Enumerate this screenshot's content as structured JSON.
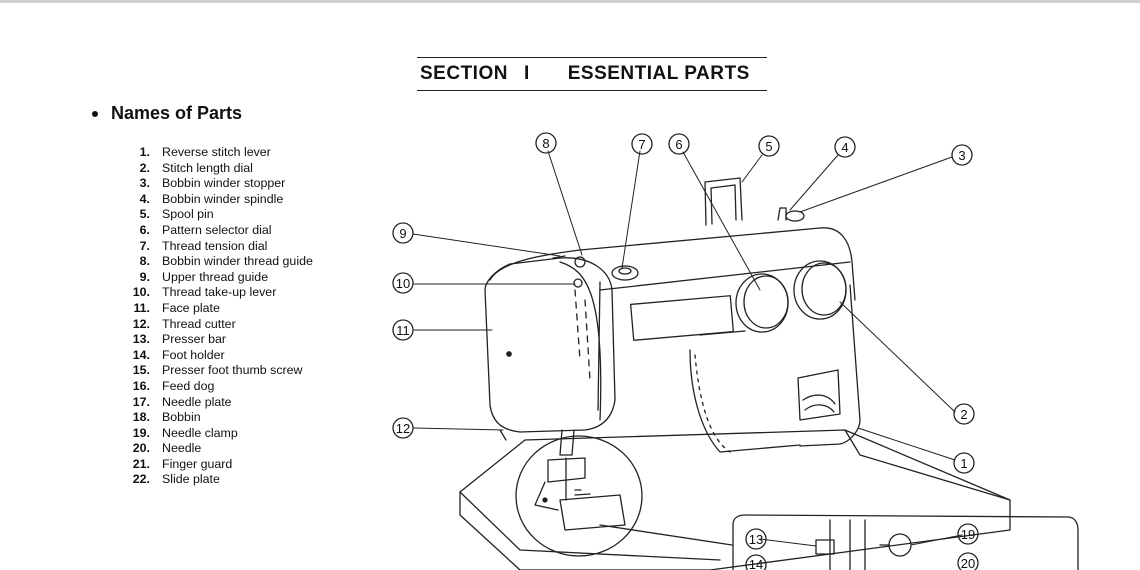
{
  "section": {
    "word": "SECTION",
    "numeral": "I",
    "name": "ESSENTIAL PARTS"
  },
  "heading": "Names of Parts",
  "parts": [
    {
      "num": "1.",
      "name": "Reverse stitch lever"
    },
    {
      "num": "2.",
      "name": "Stitch length dial"
    },
    {
      "num": "3.",
      "name": "Bobbin winder stopper"
    },
    {
      "num": "4.",
      "name": "Bobbin winder spindle"
    },
    {
      "num": "5.",
      "name": "Spool pin"
    },
    {
      "num": "6.",
      "name": "Pattern selector dial"
    },
    {
      "num": "7.",
      "name": "Thread tension dial"
    },
    {
      "num": "8.",
      "name": "Bobbin winder thread guide"
    },
    {
      "num": "9.",
      "name": "Upper thread guide"
    },
    {
      "num": "10.",
      "name": "Thread take-up lever"
    },
    {
      "num": "11.",
      "name": "Face plate"
    },
    {
      "num": "12.",
      "name": "Thread cutter"
    },
    {
      "num": "13.",
      "name": "Presser bar"
    },
    {
      "num": "14.",
      "name": "Foot holder"
    },
    {
      "num": "15.",
      "name": "Presser foot thumb screw"
    },
    {
      "num": "16.",
      "name": "Feed dog"
    },
    {
      "num": "17.",
      "name": "Needle plate"
    },
    {
      "num": "18.",
      "name": "Bobbin"
    },
    {
      "num": "19.",
      "name": "Needle clamp"
    },
    {
      "num": "20.",
      "name": "Needle"
    },
    {
      "num": "21.",
      "name": "Finger guard"
    },
    {
      "num": "22.",
      "name": "Slide plate"
    }
  ],
  "callouts": {
    "c1": "1",
    "c2": "2",
    "c3": "3",
    "c4": "4",
    "c5": "5",
    "c6": "6",
    "c7": "7",
    "c8": "8",
    "c9": "9",
    "c10": "10",
    "c11": "11",
    "c12": "12",
    "c13": "13",
    "c14": "14",
    "c19": "19",
    "c20": "20"
  }
}
